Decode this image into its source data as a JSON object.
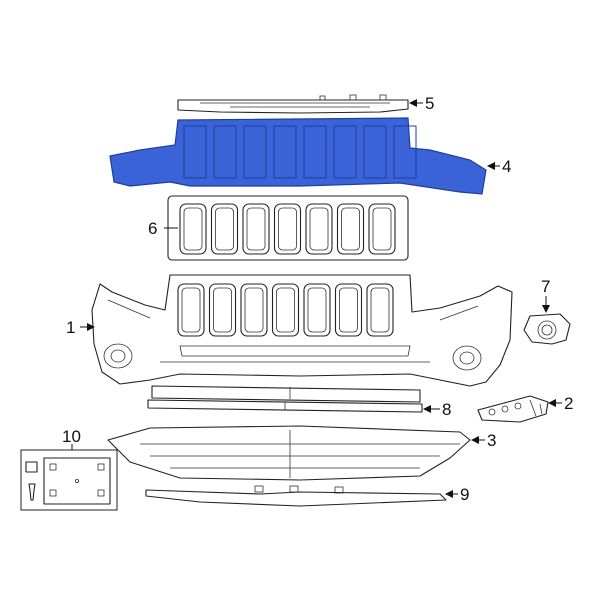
{
  "colors": {
    "highlight": "#3a63d8",
    "highlight_dark": "#1f3f9e",
    "line": "#222222",
    "background": "#ffffff"
  },
  "callouts": [
    {
      "id": "1",
      "label": "1",
      "part": "bumper-cover"
    },
    {
      "id": "2",
      "label": "2",
      "part": "side-bracket"
    },
    {
      "id": "3",
      "label": "3",
      "part": "lower-valance"
    },
    {
      "id": "4",
      "label": "4",
      "part": "energy-absorber"
    },
    {
      "id": "5",
      "label": "5",
      "part": "upper-reinforcement-strip"
    },
    {
      "id": "6",
      "label": "6",
      "part": "grille-insert"
    },
    {
      "id": "7",
      "label": "7",
      "part": "fog-lamp-bezel"
    },
    {
      "id": "8",
      "label": "8",
      "part": "lower-trim-strip"
    },
    {
      "id": "9",
      "label": "9",
      "part": "lower-air-deflector"
    },
    {
      "id": "10",
      "label": "10",
      "part": "license-plate-bracket-kit"
    }
  ]
}
